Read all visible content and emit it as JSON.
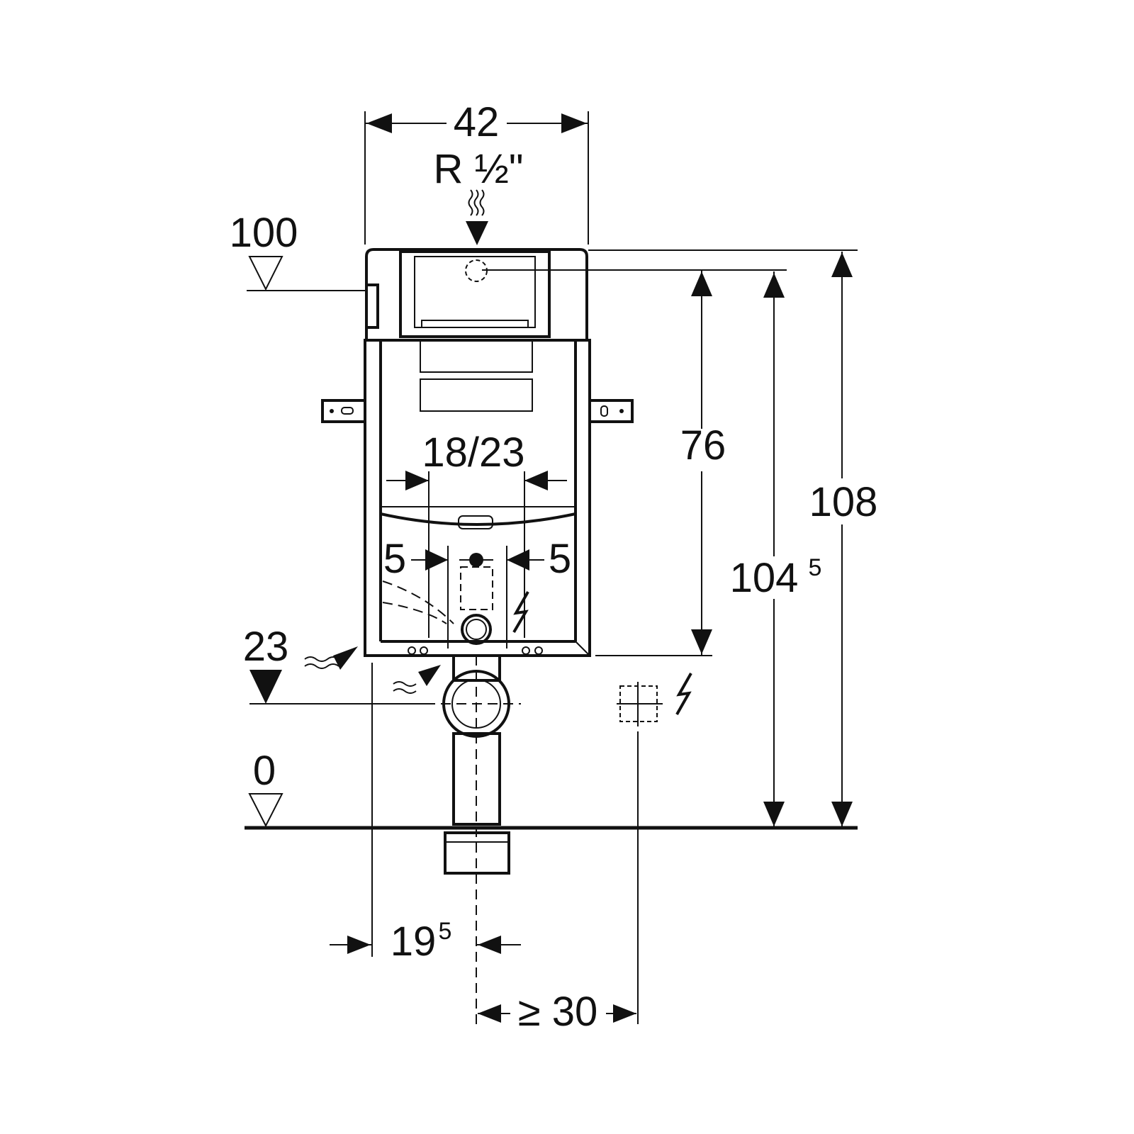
{
  "dimensions": {
    "width_top": "42",
    "water_connection": "R ½\"",
    "level_100": "100",
    "flush_plate_width": "18/23",
    "offset_left": "5",
    "offset_right": "5",
    "height_76": "76",
    "height_108": "108",
    "height_104_main": "104",
    "height_104_sup": "5",
    "level_23": "23",
    "level_0": "0",
    "depth_19_main": "19",
    "depth_19_sup": "5",
    "min_distance": "≥ 30"
  }
}
